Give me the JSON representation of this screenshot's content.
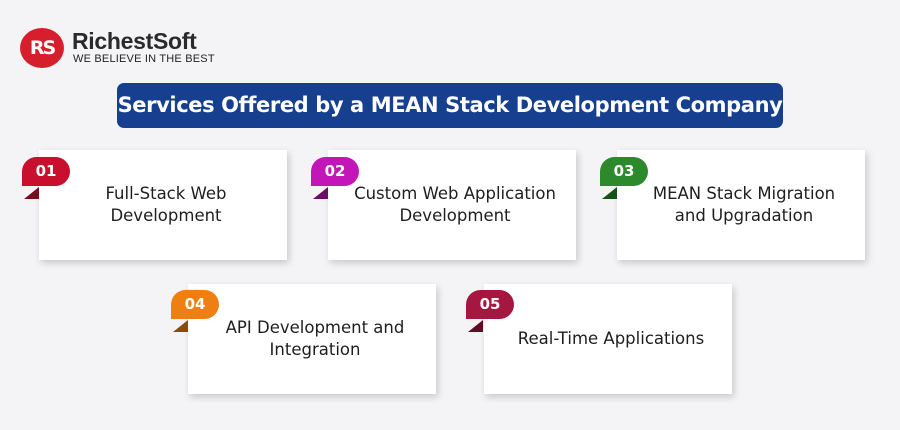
{
  "brand": {
    "mark": "RS",
    "name": "RichestSoft",
    "tagline": "WE BELIEVE IN THE BEST"
  },
  "title": "Services Offered by a MEAN Stack Development Company",
  "services": [
    {
      "number": "01",
      "label": "Full-Stack Web Development",
      "color": "#c8102e",
      "fold": "#7a0a1c"
    },
    {
      "number": "02",
      "label": "Custom Web Application Development",
      "color": "#c216b8",
      "fold": "#6e0b68"
    },
    {
      "number": "03",
      "label": "MEAN Stack Migration and Upgradation",
      "color": "#2c8a2c",
      "fold": "#175217"
    },
    {
      "number": "04",
      "label": "API Development and Integration",
      "color": "#ef7f10",
      "fold": "#8e4a08"
    },
    {
      "number": "05",
      "label": "Real-Time Applications",
      "color": "#a51740",
      "fold": "#5f0d25"
    }
  ]
}
